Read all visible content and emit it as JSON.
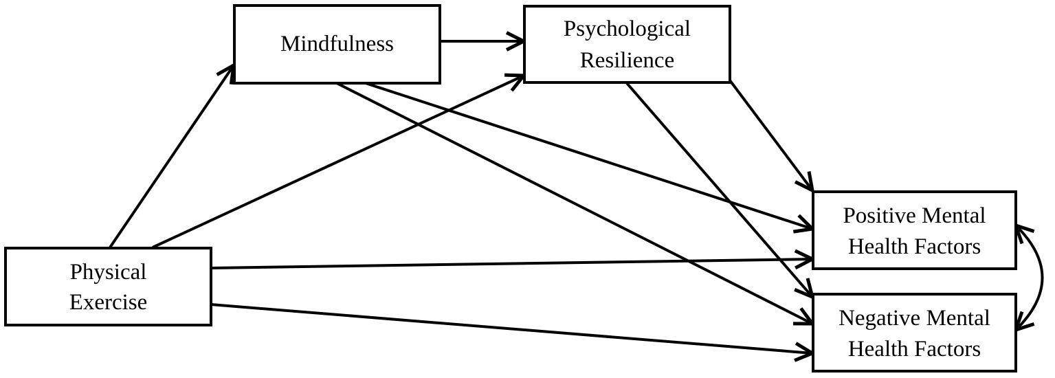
{
  "diagram": {
    "nodes": {
      "mindfulness": {
        "line1": "Mindfulness"
      },
      "resilience": {
        "line1": "Psychological",
        "line2": "Resilience"
      },
      "exercise": {
        "line1": "Physical",
        "line2": "Exercise"
      },
      "positive": {
        "line1": "Positive Mental",
        "line2": "Health Factors"
      },
      "negative": {
        "line1": "Negative Mental",
        "line2": "Health Factors"
      }
    },
    "edges": [
      {
        "from": "Physical Exercise",
        "to": "Mindfulness"
      },
      {
        "from": "Physical Exercise",
        "to": "Psychological Resilience"
      },
      {
        "from": "Physical Exercise",
        "to": "Positive Mental Health Factors"
      },
      {
        "from": "Physical Exercise",
        "to": "Negative Mental Health Factors"
      },
      {
        "from": "Mindfulness",
        "to": "Psychological Resilience"
      },
      {
        "from": "Mindfulness",
        "to": "Positive Mental Health Factors"
      },
      {
        "from": "Mindfulness",
        "to": "Negative Mental Health Factors"
      },
      {
        "from": "Psychological Resilience",
        "to": "Positive Mental Health Factors"
      },
      {
        "from": "Psychological Resilience",
        "to": "Negative Mental Health Factors"
      },
      {
        "from": "Positive Mental Health Factors",
        "to": "Negative Mental Health Factors",
        "bidirectional": true
      }
    ],
    "colors": {
      "stroke": "#000000",
      "fill": "#ffffff",
      "text": "#000000"
    }
  }
}
